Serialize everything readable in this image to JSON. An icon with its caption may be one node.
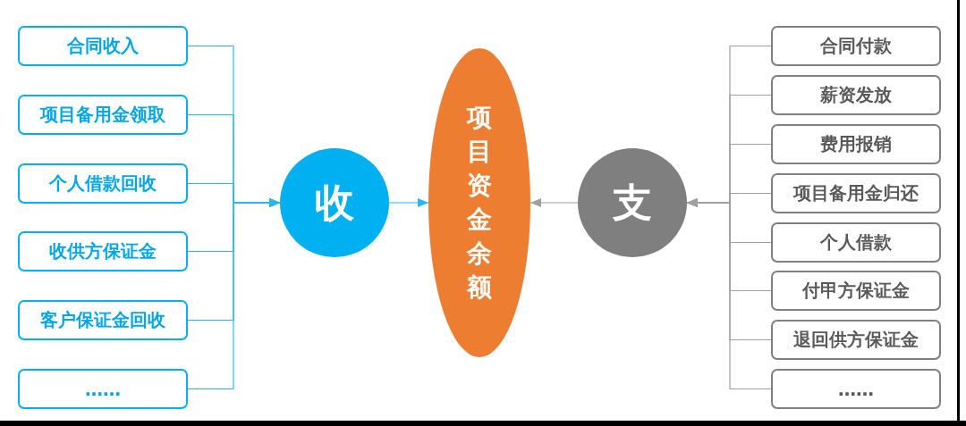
{
  "diagram": {
    "nodes": [
      {
        "text": [
          "合同收入"
        ]
      },
      {
        "text": [
          "项目备用金领取"
        ]
      },
      {
        "text": [
          "个人借款回收"
        ]
      },
      {
        "text": [
          "收供方保证金"
        ]
      },
      {
        "text": [
          "客户保证金回收"
        ]
      },
      {
        "text": [
          "……"
        ]
      },
      {
        "text": [
          "收"
        ]
      },
      {
        "text": [
          "项目资金余额"
        ]
      },
      {
        "text": [
          "支"
        ]
      },
      {
        "text": [
          "合同付款"
        ]
      },
      {
        "text": [
          "薪资发放"
        ]
      },
      {
        "text": [
          "费用报销"
        ]
      },
      {
        "text": [
          "项目备用金归还"
        ]
      },
      {
        "text": [
          "个人借款"
        ]
      },
      {
        "text": [
          "付甲方保证金"
        ]
      },
      {
        "text": [
          "退回供方保证金"
        ]
      },
      {
        "text": [
          "……"
        ]
      }
    ],
    "edges": [
      {
        "from": 0,
        "to": 6,
        "arrow": "to",
        "color": "#29b6f0"
      },
      {
        "from": 1,
        "to": 6,
        "arrow": "to",
        "color": "#29b6f0"
      },
      {
        "from": 2,
        "to": 6,
        "arrow": "to",
        "color": "#29b6f0"
      },
      {
        "from": 3,
        "to": 6,
        "arrow": "to",
        "color": "#29b6f0"
      },
      {
        "from": 4,
        "to": 6,
        "arrow": "to",
        "color": "#29b6f0"
      },
      {
        "from": 5,
        "to": 6,
        "arrow": "to",
        "color": "#29b6f0"
      },
      {
        "from": 6,
        "to": 7,
        "arrow": "to",
        "color": "#29b6f0"
      },
      {
        "from": 8,
        "to": 7,
        "arrow": "to"
      },
      {
        "from": 9,
        "to": 8,
        "arrow": "to"
      },
      {
        "from": 10,
        "to": 8,
        "arrow": "to"
      },
      {
        "from": 11,
        "to": 8,
        "arrow": "to"
      },
      {
        "from": 12,
        "to": 8,
        "arrow": "to"
      },
      {
        "from": 13,
        "to": 8,
        "arrow": "to"
      },
      {
        "from": 14,
        "to": 8,
        "arrow": "to"
      },
      {
        "from": 15,
        "to": 8,
        "arrow": "to"
      },
      {
        "from": 16,
        "to": 8,
        "arrow": "to"
      }
    ]
  }
}
